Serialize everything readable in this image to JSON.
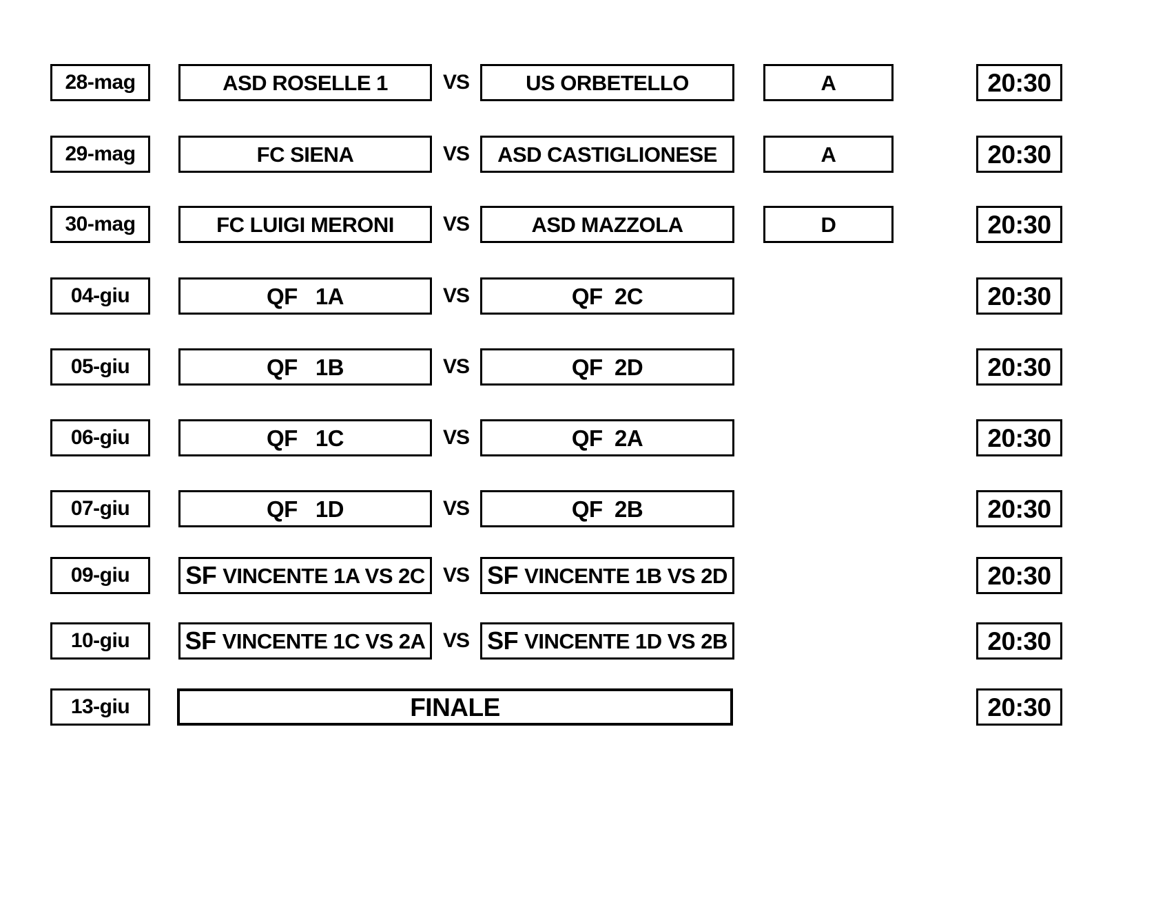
{
  "labels": {
    "vs": "VS"
  },
  "colors": {
    "ink": "#000000",
    "background": "#ffffff"
  },
  "schedule": {
    "rows": [
      {
        "style": "match",
        "date": "28-mag",
        "home": {
          "prefix": "",
          "text": "ASD ROSELLE 1"
        },
        "away": {
          "prefix": "",
          "text": "US ORBETELLO"
        },
        "group": "A",
        "time": "20:30"
      },
      {
        "style": "match",
        "date": "29-mag",
        "home": {
          "prefix": "",
          "text": "FC SIENA"
        },
        "away": {
          "prefix": "",
          "text": "ASD CASTIGLIONESE"
        },
        "group": "A",
        "time": "20:30"
      },
      {
        "style": "match",
        "date": "30-mag",
        "home": {
          "prefix": "",
          "text": "FC LUIGI MERONI"
        },
        "away": {
          "prefix": "",
          "text": "ASD MAZZOLA"
        },
        "group": "D",
        "time": "20:30"
      },
      {
        "style": "qf",
        "date": "04-giu",
        "home": {
          "prefix": "",
          "text": "QF   1A"
        },
        "away": {
          "prefix": "",
          "text": "QF  2C"
        },
        "group": null,
        "time": "20:30"
      },
      {
        "style": "qf",
        "date": "05-giu",
        "home": {
          "prefix": "",
          "text": "QF   1B"
        },
        "away": {
          "prefix": "",
          "text": "QF  2D"
        },
        "group": null,
        "time": "20:30"
      },
      {
        "style": "qf",
        "date": "06-giu",
        "home": {
          "prefix": "",
          "text": "QF   1C"
        },
        "away": {
          "prefix": "",
          "text": "QF  2A"
        },
        "group": null,
        "time": "20:30"
      },
      {
        "style": "qf",
        "date": "07-giu",
        "home": {
          "prefix": "",
          "text": "QF   1D"
        },
        "away": {
          "prefix": "",
          "text": "QF  2B"
        },
        "group": null,
        "time": "20:30"
      },
      {
        "style": "sf",
        "date": "09-giu",
        "home": {
          "prefix": "SF",
          "text": "VINCENTE 1A VS 2C"
        },
        "away": {
          "prefix": "SF",
          "text": "VINCENTE 1B VS 2D"
        },
        "group": null,
        "time": "20:30"
      },
      {
        "style": "sf",
        "date": "10-giu",
        "home": {
          "prefix": "SF",
          "text": "VINCENTE 1C VS 2A"
        },
        "away": {
          "prefix": "SF",
          "text": "VINCENTE 1D VS 2B"
        },
        "group": null,
        "time": "20:30"
      },
      {
        "style": "finale",
        "date": "13-giu",
        "home": {
          "prefix": "",
          "text": "FINALE"
        },
        "away": null,
        "group": null,
        "time": "20:30"
      }
    ]
  }
}
